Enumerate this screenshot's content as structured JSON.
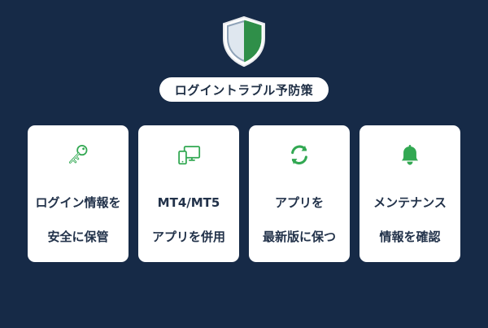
{
  "colors": {
    "background": "#162a47",
    "card": "#ffffff",
    "accent_green": "#32a852",
    "dark_text": "#22324a"
  },
  "title": {
    "icon": "shield-icon",
    "text": "ログイントラブル予防策"
  },
  "cards": [
    {
      "icon": "key-icon",
      "label_line1": "ログイン情報を",
      "label_line2": "安全に保管"
    },
    {
      "icon": "devices-icon",
      "label_line1": "MT4/MT5",
      "label_line2": "アプリを併用"
    },
    {
      "icon": "refresh-icon",
      "label_line1": "アプリを",
      "label_line2": "最新版に保つ"
    },
    {
      "icon": "bell-icon",
      "label_line1": "メンテナンス",
      "label_line2": "情報を確認"
    }
  ]
}
